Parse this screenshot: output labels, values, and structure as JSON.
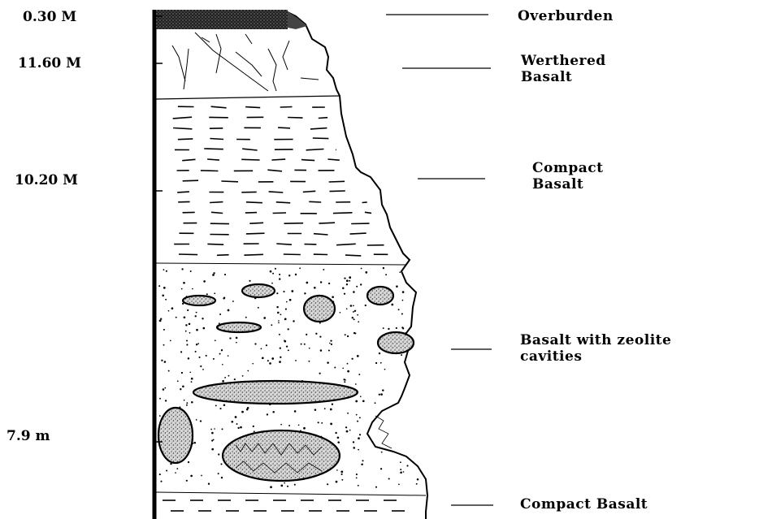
{
  "depth_labels": {
    "overburden": "0.30 M",
    "weathered": "11.60 M",
    "compact": "10.20 M",
    "zeolite": "7.9 m"
  },
  "layer_labels": {
    "overburden": {
      "line1": "Overburden"
    },
    "weathered": {
      "line1": "Werthered",
      "line2": "Basalt"
    },
    "compact": {
      "line1": "Compact",
      "line2": "Basalt"
    },
    "zeolite": {
      "line1": "Basalt with zeolite",
      "line2": "cavities"
    },
    "compact_bottom": {
      "line1": "Compact Basalt"
    }
  }
}
